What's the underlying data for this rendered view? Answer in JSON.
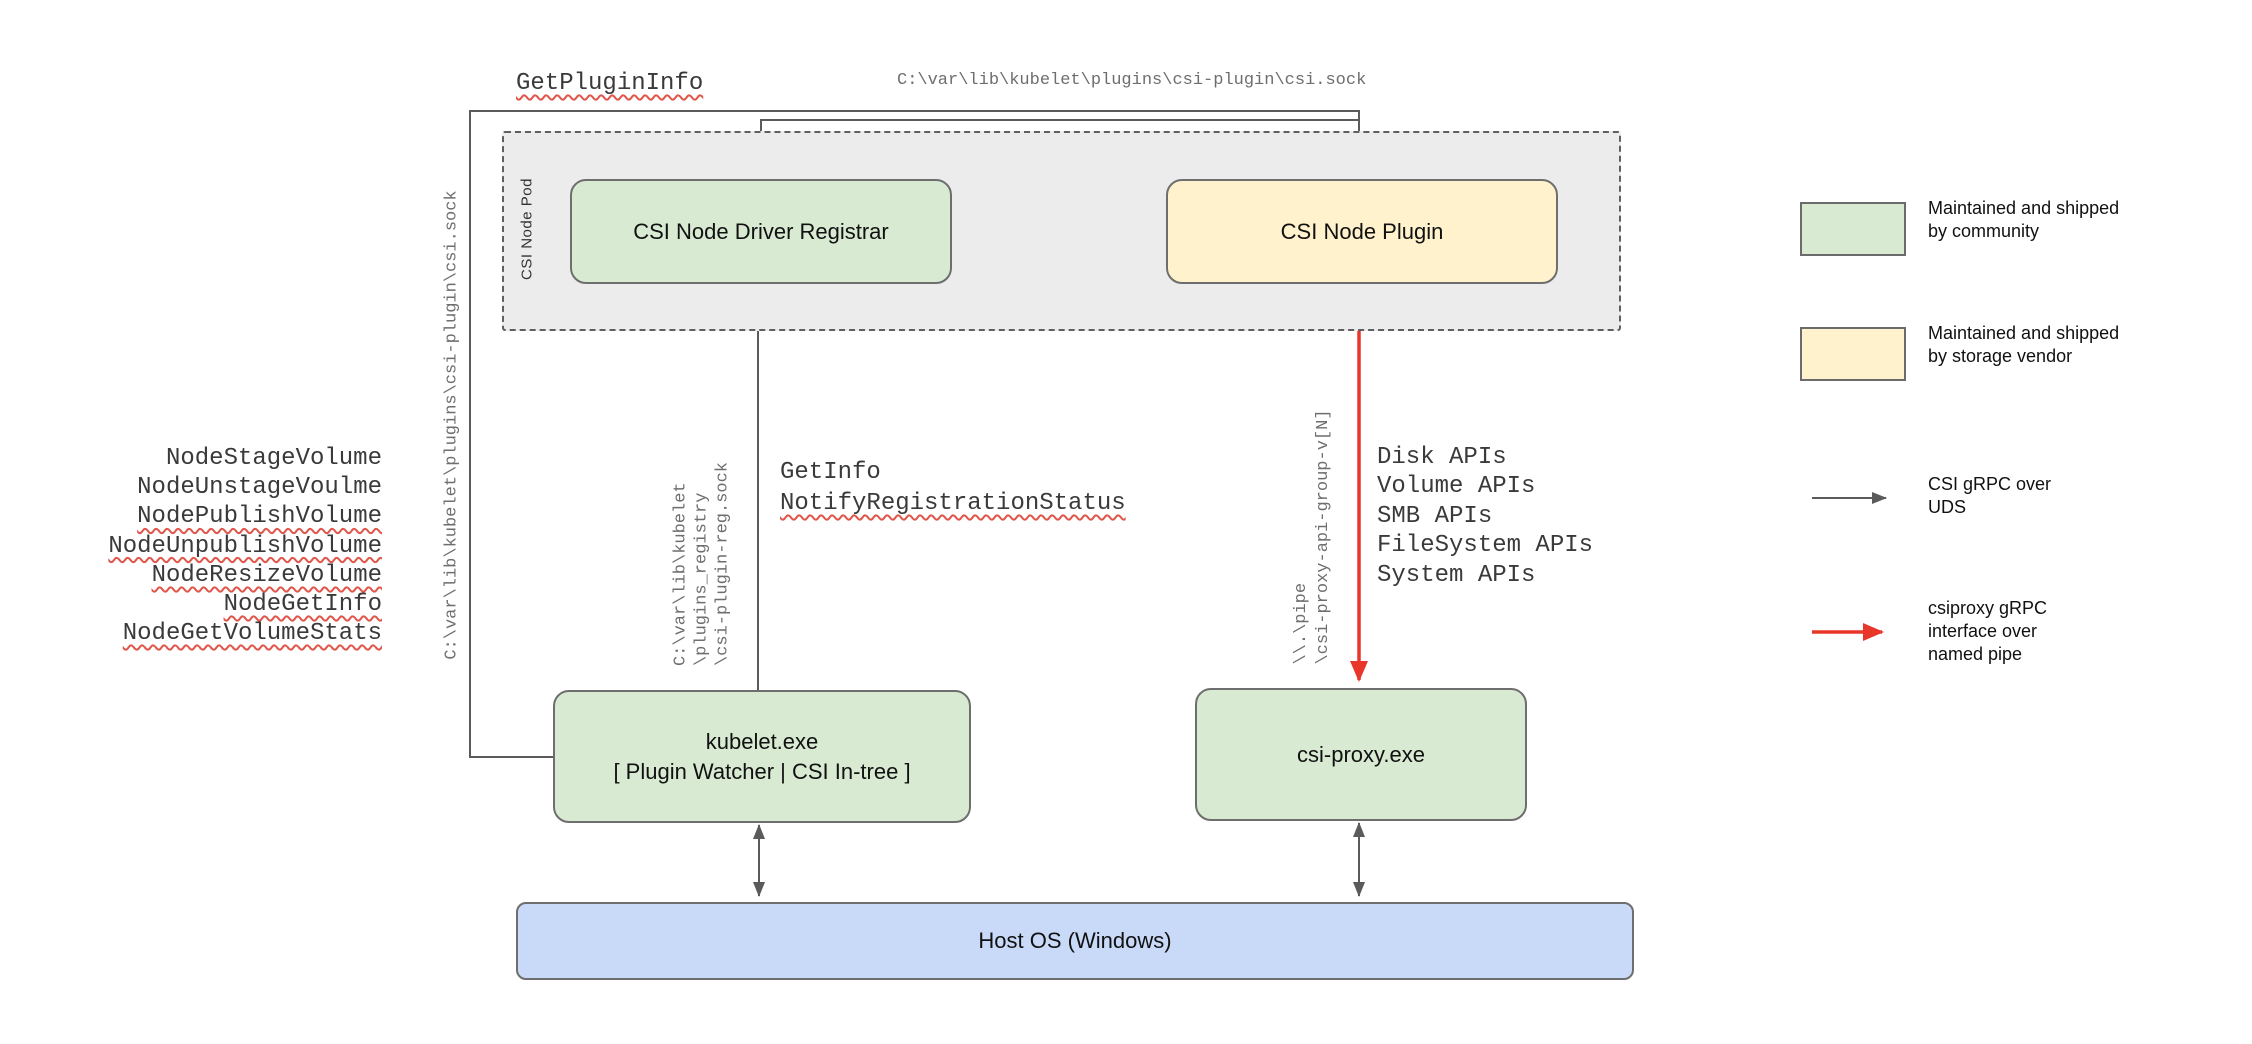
{
  "colors": {
    "community_green": "#d9ead3",
    "vendor_yellow": "#fff2cc",
    "host_blue": "#c9daf8",
    "pod_gray": "#ececec",
    "line_gray": "#5b5b5b",
    "grpc_red": "#e8362b"
  },
  "nodes": {
    "pod_label": "CSI Node Pod",
    "registrar": "CSI Node Driver Registrar",
    "node_plugin": "CSI Node Plugin",
    "kubelet_line1": "kubelet.exe",
    "kubelet_line2": "[ Plugin Watcher | CSI In-tree ]",
    "csi_proxy": "csi-proxy.exe",
    "host_os": "Host OS (Windows)"
  },
  "labels": {
    "get_plugin_info": "GetPluginInfo",
    "csi_sock_path": "C:\\var\\lib\\kubelet\\plugins\\csi-plugin\\csi.sock",
    "registry_sock_line1": "C:\\var\\lib\\kubelet",
    "registry_sock_line2": "\\plugins_registry",
    "registry_sock_line3": "\\csi-plugin-reg.sock",
    "get_info": "GetInfo",
    "notify_registration_status": "NotifyRegistrationStatus",
    "pipe_line1": "\\\\.\\pipe",
    "pipe_line2": "\\csi-proxy-api-group-v[N]"
  },
  "node_methods": [
    "NodeStageVolume",
    "NodeUnstageVoulme",
    "NodePublishVolume",
    "NodeUnpublishVolume",
    "NodeResizeVolume",
    "NodeGetInfo",
    "NodeGetVolumeStats"
  ],
  "proxy_apis": [
    "Disk APIs",
    "Volume APIs",
    "SMB APIs",
    "FileSystem APIs",
    "System APIs"
  ],
  "legend": {
    "community": "Maintained and shipped by community",
    "vendor": "Maintained and shipped by storage vendor",
    "uds": "CSI gRPC over UDS",
    "pipe": "csiproxy gRPC interface over named pipe"
  }
}
